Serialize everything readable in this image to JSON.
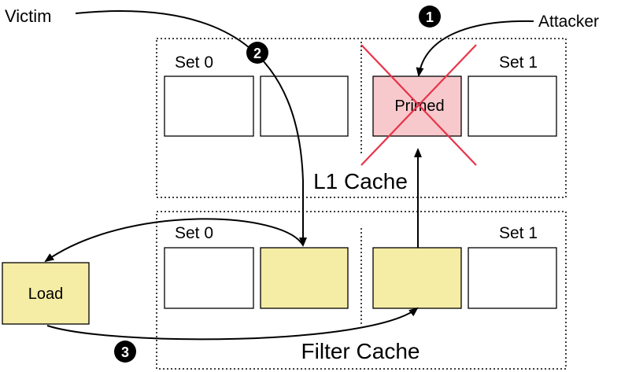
{
  "labels": {
    "victim": "Victim",
    "attacker": "Attacker",
    "l1_cache": "L1 Cache",
    "filter_cache": "Filter Cache",
    "l1_set0": "Set 0",
    "l1_set1": "Set 1",
    "filter_set0": "Set 0",
    "filter_set1": "Set 1",
    "primed": "Primed",
    "load": "Load"
  },
  "steps": [
    "1",
    "2",
    "3"
  ],
  "colors": {
    "primed_fill": "#f8c9cc",
    "highlight_fill": "#f5eca5",
    "cross": "#e8344a",
    "badge": "#000000",
    "empty_fill": "#ffffff"
  }
}
